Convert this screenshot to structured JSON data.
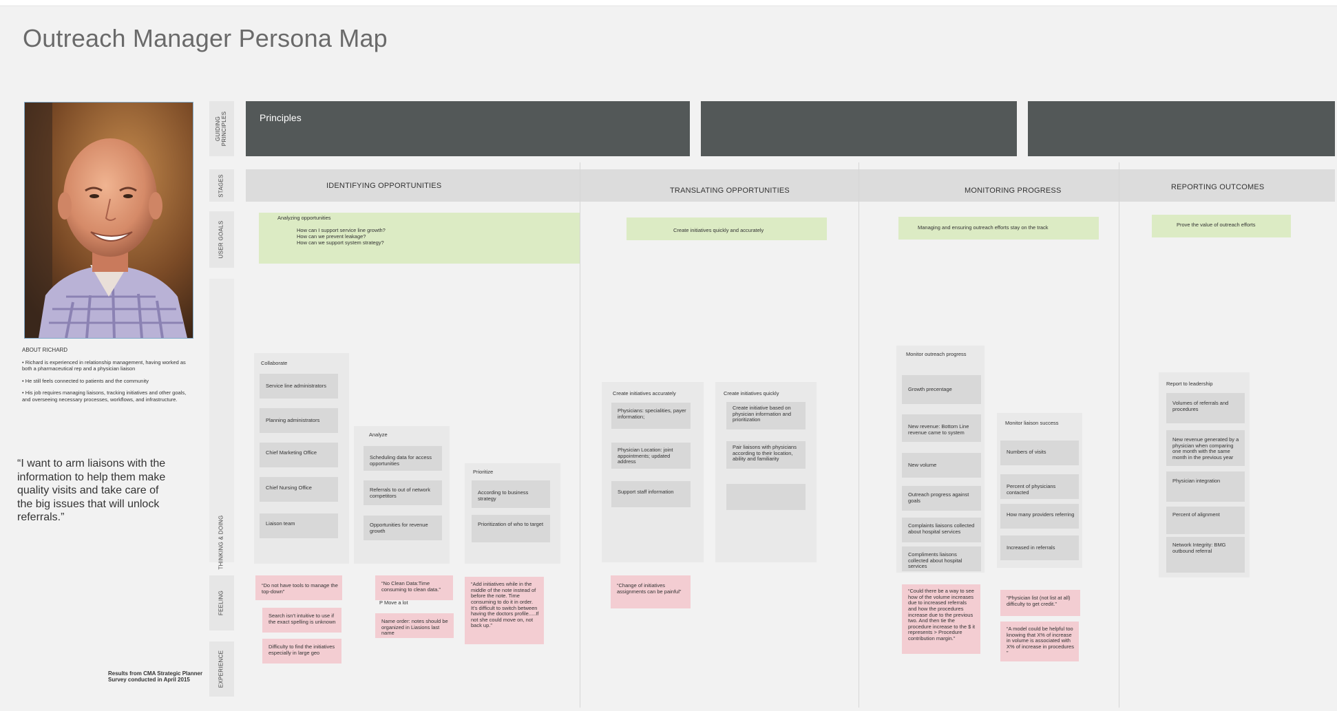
{
  "title": "Outreach Manager Persona Map",
  "persona": {
    "about_heading": "ABOUT RICHARD",
    "about_points": [
      "• Richard is experienced in relationship management, having worked as both a pharmaceutical rep and a physician liaison",
      "• He still feels connected to patients and the community",
      "• His job requires managing liaisons, tracking initiatives and other goals, and overseeing necessary processes, workflows, and infrastructure."
    ],
    "quote": "“I want to arm liaisons with the information to help them make quality visits and take care of the big issues that will unlock referrals.”",
    "survey_note": "Results from CMA Strategic Planner Survey conducted in April 2015"
  },
  "row_labels": {
    "principles": "GUIDING PRINCIPLES",
    "stages": "STAGES",
    "goals": "USER GOALS",
    "thinking": "THINKING & DOING",
    "feeling": "FEELING",
    "experience": "EXPERIENCE"
  },
  "principles_label": "Principles",
  "stages": [
    "IDENTIFYING OPPORTUNITIES",
    "TRANSLATING OPPORTUNITIES",
    "MONITORING PROGRESS",
    "REPORTING OUTCOMES"
  ],
  "goals": {
    "g1_title": "Analyzing opportunities",
    "g1_questions": [
      "How can I support service line growth?",
      "How can we prevent leakage?",
      "How can we support system strategy?"
    ],
    "g2": "Create initiatives quickly and accurately",
    "g3": "Managing and ensuring outreach efforts stay on the track",
    "g4": "Prove the value of outreach efforts"
  },
  "groups": {
    "collaborate": {
      "title": "Collaborate",
      "items": [
        "Service line administrators",
        "Planning administrators",
        "Chief Marketing Office",
        "Chief Nursing Office",
        "Liaison team"
      ]
    },
    "analyze": {
      "title": "Analyze",
      "items": [
        "Scheduling data for access opportunities",
        "Referrals to out of network competitors",
        "Opportunities for revenue growth"
      ]
    },
    "prioritize": {
      "title": "Prioritize",
      "items": [
        "According to business strategy",
        "Prioritization of who to target"
      ]
    },
    "accurately": {
      "title": "Create initiatives accurately",
      "items": [
        "Physicians: specialities, payer information;",
        "Physician Location: joint appointments; updated address",
        "Support staff information"
      ]
    },
    "quickly": {
      "title": "Create initiatives quickly",
      "items": [
        "Create initiative based on physician information and prioritization",
        "Pair liaisons with physicians according to their location, ability and familiarity",
        ""
      ]
    },
    "monitor_outreach": {
      "title": "Monitor outreach progress",
      "items": [
        "Growth precentage",
        "New revenue: Bottom Line revenue came to system",
        "New volume",
        "Outreach progress against goals",
        "Complaints liaisons collected about hospital services",
        "Compliments liaisons collected about hospital services"
      ]
    },
    "monitor_liaison": {
      "title": "Monitor liaison success",
      "items": [
        "Numbers of visits",
        "Percent of physicians contacted",
        "How many providers referring",
        "Increased in referrals"
      ]
    },
    "report": {
      "title": "Report to leadership",
      "items": [
        "Volumes of referrals and procedures",
        "New revenue generated by a physician when comparing one month with the same month in the previous year",
        "Physician integration",
        "Percent of alignment",
        "Network Integrity: BMG outbound referral"
      ]
    }
  },
  "feelings": {
    "f1": "“Do not have tools to manage the top-down”",
    "f2": "Search isn’t intuitive to use if the exact spelling is unknown",
    "f3": "Difficulty to find the initiatives especially in large geo",
    "f4": "“No Clean Data:Time consuming to clean data.”",
    "f4_note": "P Move a lot",
    "f5": "Name order: notes should be organized in Liasions last name",
    "f6": "“Add initiatives while in the middle of the note instead of before the note. Time consuming to do it in order. It’s difficult to switch between having the doctors profile.....If not she could move on, not back up.”",
    "f7": "“Change of initiatives assignments can be painful”",
    "f8": "“Could there be a way to see how of the volume increases due to increased referrals and how the procedures increase due to the previous two. And then tie the procedure increase to the $ it represents > Procedure contribution margin.”",
    "f9": "“Physician list (not list at all) difficulty to get credit.”",
    "f10": "“A model could be helpful too knowing that X% of increase in volume is associated with X% of increase in procedures ”"
  }
}
